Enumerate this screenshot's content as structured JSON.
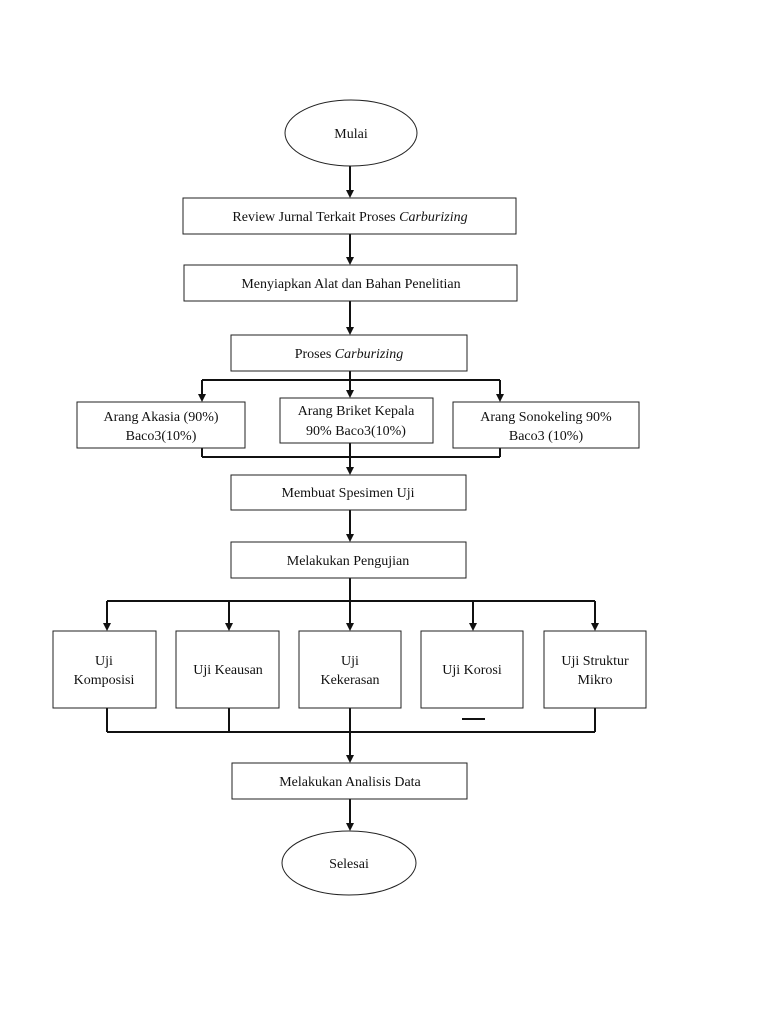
{
  "start": {
    "label": "Mulai"
  },
  "review": {
    "prefix": "Review Jurnal Terkait Proses ",
    "emphasis": "Carburizing"
  },
  "prepare": {
    "label": "Menyiapkan Alat dan Bahan Penelitian"
  },
  "carburizing": {
    "prefix": "Proses ",
    "emphasis": "Carburizing"
  },
  "materials": [
    {
      "line1": "Arang Akasia (90%)",
      "line2": "Baco3(10%)"
    },
    {
      "line1": "Arang Briket Kepala",
      "line2": "90% Baco3(10%)"
    },
    {
      "line1": "Arang Sonokeling 90%",
      "line2": "Baco3 (10%)"
    }
  ],
  "specimen": {
    "label": "Membuat Spesimen Uji"
  },
  "testing": {
    "label": "Melakukan Pengujian"
  },
  "tests": [
    {
      "line1": "Uji",
      "line2": "Komposisi"
    },
    {
      "line1": "Uji Keausan",
      "line2": ""
    },
    {
      "line1": "Uji",
      "line2": "Kekerasan"
    },
    {
      "line1": "Uji Korosi",
      "line2": ""
    },
    {
      "line1": "Uji Struktur",
      "line2": "Mikro"
    }
  ],
  "analysis": {
    "label": "Melakukan Analisis Data"
  },
  "end": {
    "label": "Selesai"
  }
}
